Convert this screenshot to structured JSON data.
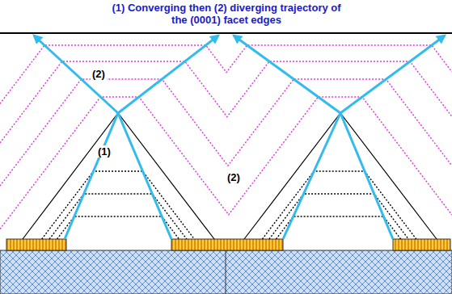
{
  "diagram": {
    "title": "(1) Converging then (2) diverging trajectory of the (0001) facet edges",
    "labels": [
      "(2)",
      "(1)",
      "(2)"
    ]
  }
}
